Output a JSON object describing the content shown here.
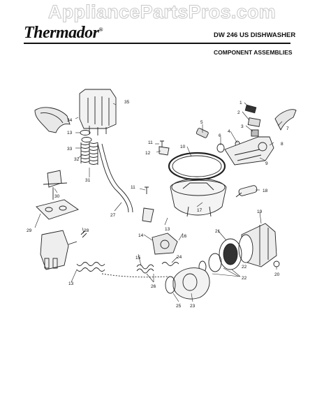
{
  "watermark": "AppliancePartsPros.com",
  "header": {
    "brand": "Thermador",
    "brand_mark": "®",
    "model": "DW 246 US DISHWASHER",
    "section": "COMPONENT ASSEMBLIES"
  },
  "callouts": [
    "1",
    "2",
    "3",
    "4",
    "5",
    "6",
    "7",
    "8",
    "9",
    "10",
    "11",
    "11",
    "12",
    "13",
    "13",
    "13",
    "14",
    "15",
    "16",
    "17",
    "18",
    "19",
    "20",
    "21",
    "22",
    "22",
    "23",
    "24",
    "25",
    "26",
    "27",
    "28",
    "29",
    "30",
    "31",
    "32",
    "33",
    "34",
    "35"
  ]
}
